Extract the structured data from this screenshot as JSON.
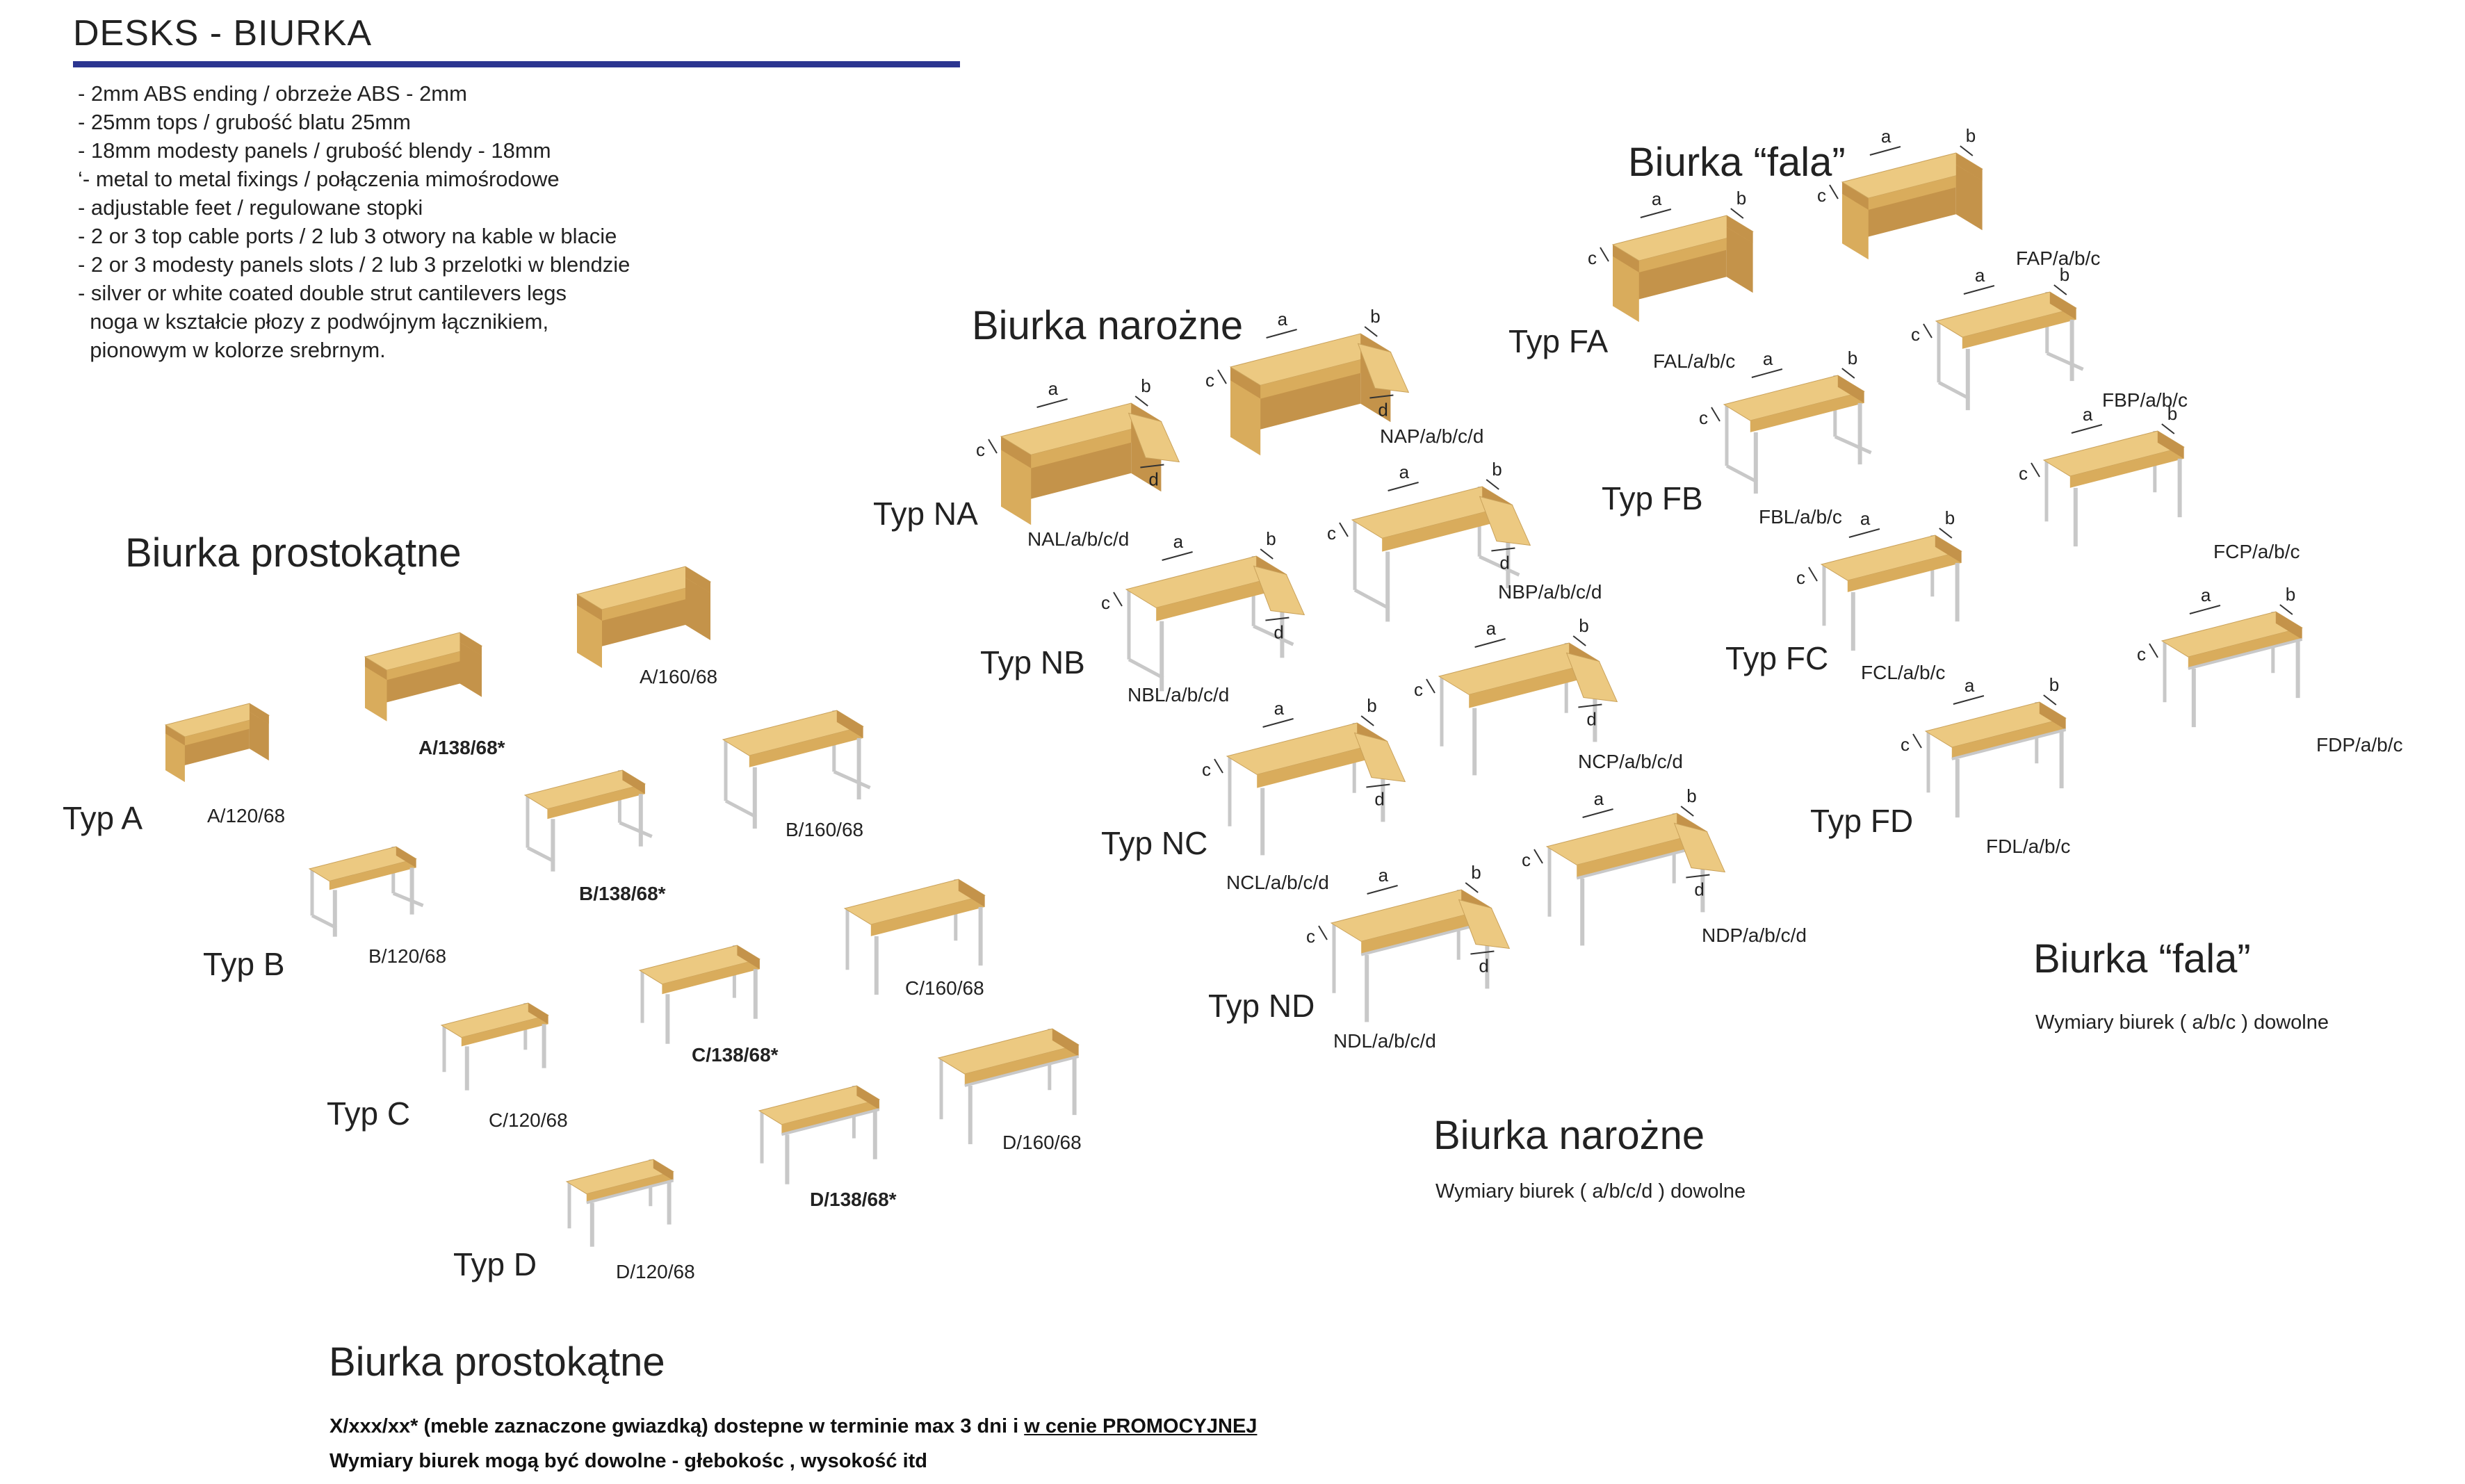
{
  "header": {
    "title": "DESKS - BIURKA",
    "features": [
      "- 2mm ABS ending / obrzeże ABS - 2mm",
      "- 25mm tops / grubość blatu 25mm",
      "- 18mm modesty panels / grubość blendy - 18mm",
      "‘- metal to metal fixings / połączenia mimośrodowe",
      "- adjustable feet / regulowane stopki",
      "- 2 or 3 top cable ports / 2 lub 3 otwory na kable w blacie",
      "- 2 or 3 modesty panels slots / 2 lub 3 przelotki w blendzie",
      "- silver or white coated double strut cantilevers legs",
      "  noga w kształcie płozy z podwójnym łącznikiem,",
      "  pionowym w kolorze srebrnym."
    ]
  },
  "colors": {
    "title_rule": "#2b3590",
    "wood_top": "#ecc981",
    "wood_front": "#d9ac5c",
    "wood_side": "#c4934a",
    "metal": "#c8c8c8"
  },
  "dim_letters": {
    "a": "a",
    "b": "b",
    "c": "c",
    "d": "d"
  },
  "rect": {
    "heading": "Biurka prostokątne",
    "types": {
      "A": "Typ A",
      "B": "Typ B",
      "C": "Typ C",
      "D": "Typ D"
    },
    "codes": {
      "a120": "A/120/68",
      "a138": "A/138/68*",
      "a160": "A/160/68",
      "b120": "B/120/68",
      "b138": "B/138/68*",
      "b160": "B/160/68",
      "c120": "C/120/68",
      "c138": "C/138/68*",
      "c160": "C/160/68",
      "d120": "D/120/68",
      "d138": "D/138/68*",
      "d160": "D/160/68"
    },
    "footer_heading": "Biurka prostokątne",
    "footer_line1_a": "X/xxx/xx* (meble zaznaczone gwiazdką)  dostepne w terminie max 3 dni i ",
    "footer_line1_b": "w cenie PROMOCYJNEJ",
    "footer_line2": "Wymiary biurek mogą być dowolne - głebokośc , wysokość itd"
  },
  "corner": {
    "heading": "Biurka narożne",
    "types": {
      "NA": "Typ NA",
      "NB": "Typ NB",
      "NC": "Typ NC",
      "ND": "Typ ND"
    },
    "codes": {
      "nal": "NAL/a/b/c/d",
      "nap": "NAP/a/b/c/d",
      "nbl": "NBL/a/b/c/d",
      "nbp": "NBP/a/b/c/d",
      "ncl": "NCL/a/b/c/d",
      "ncp": "NCP/a/b/c/d",
      "ndl": "NDL/a/b/c/d",
      "ndp": "NDP/a/b/c/d"
    },
    "sub_heading": "Biurka narożne",
    "sub_note": "Wymiary biurek ( a/b/c/d ) dowolne"
  },
  "wave": {
    "heading": "Biurka “fala”",
    "types": {
      "FA": "Typ FA",
      "FB": "Typ FB",
      "FC": "Typ FC",
      "FD": "Typ FD"
    },
    "codes": {
      "fal": "FAL/a/b/c",
      "fap": "FAP/a/b/c",
      "fbl": "FBL/a/b/c",
      "fbp": "FBP/a/b/c",
      "fcl": "FCL/a/b/c",
      "fcp": "FCP/a/b/c",
      "fdl": "FDL/a/b/c",
      "fdp": "FDP/a/b/c"
    },
    "sub_heading": "Biurka “fala”",
    "sub_note": "Wymiary biurek ( a/b/c ) dowolne"
  }
}
